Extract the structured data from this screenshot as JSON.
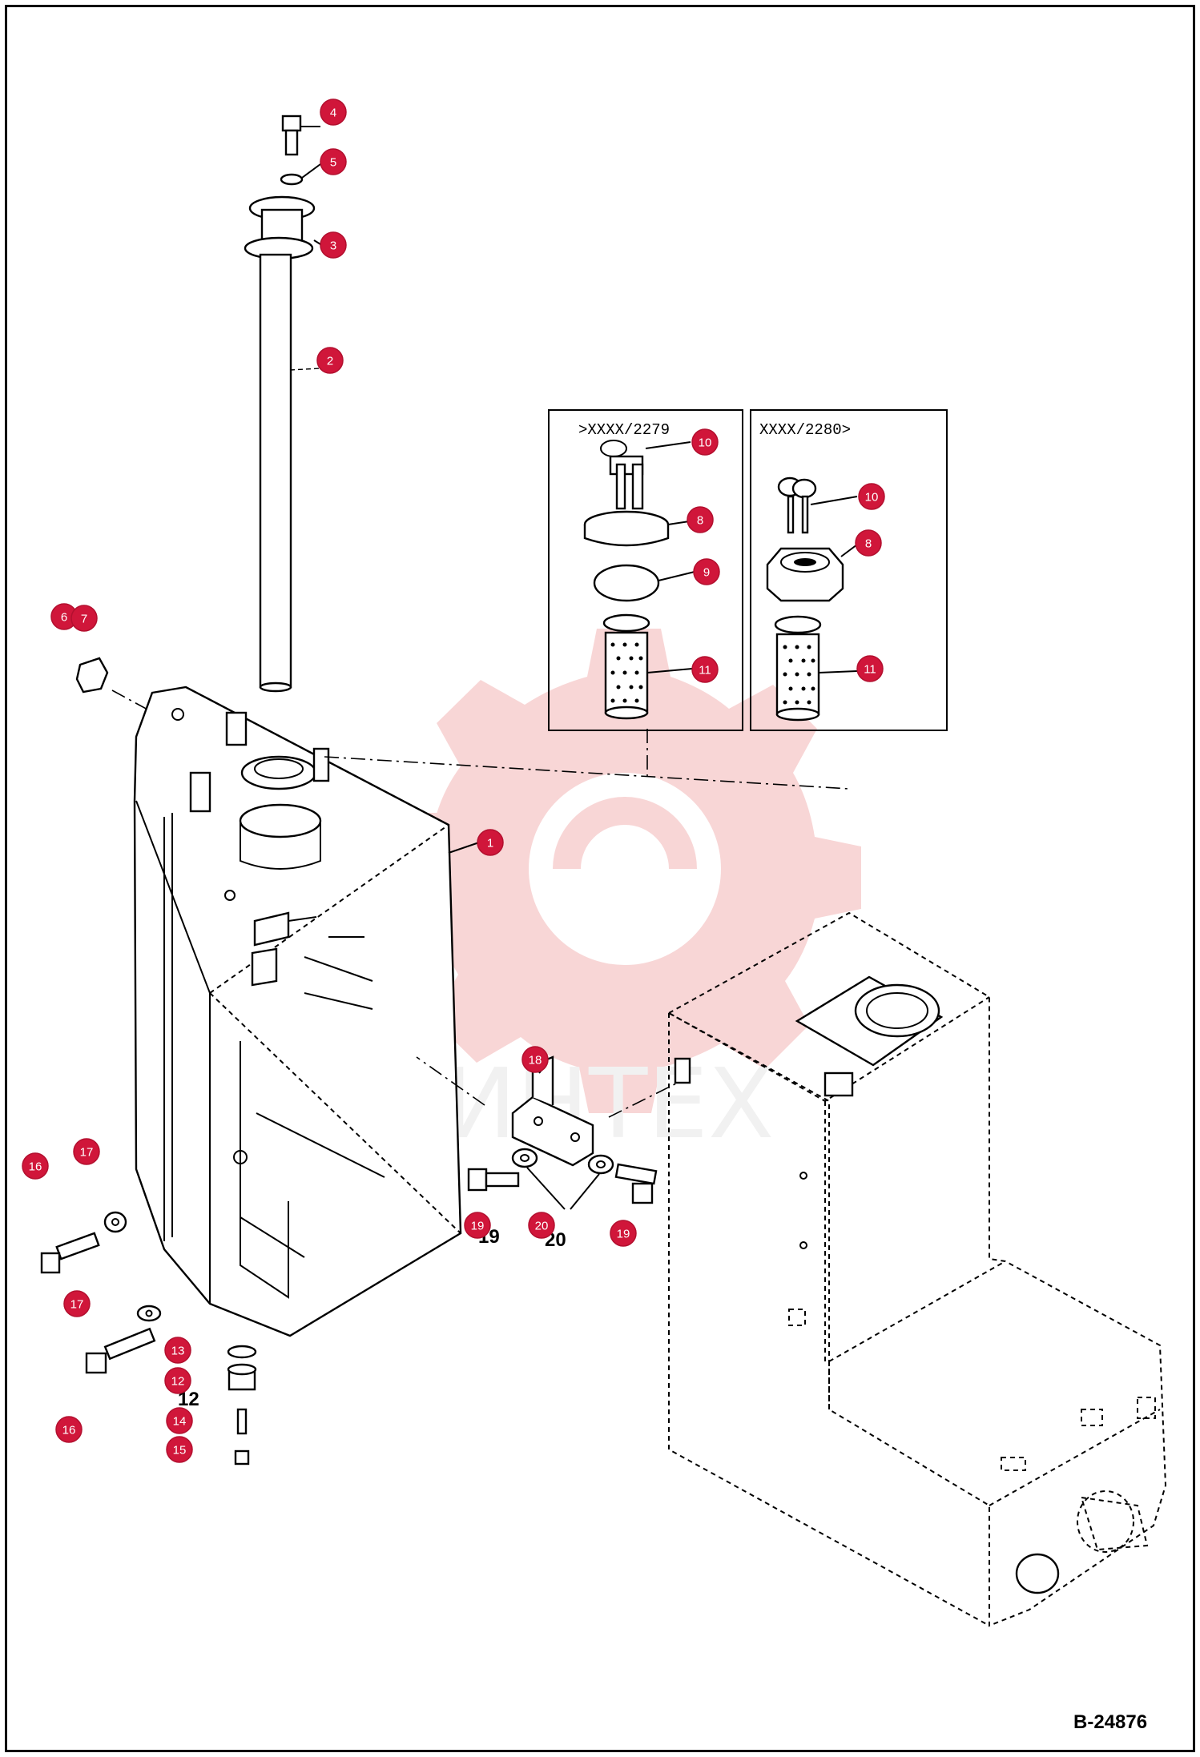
{
  "figure": {
    "number": "B-24876"
  },
  "watermark": {
    "text": "ИНТЕХ",
    "color": "#f3b6b6"
  },
  "insets": [
    {
      "label": ">XXXX/2279"
    },
    {
      "label": "XXXX/2280>"
    }
  ],
  "callouts": [
    {
      "label": "1"
    },
    {
      "label": "2"
    },
    {
      "label": "3"
    },
    {
      "label": "4"
    },
    {
      "label": "5"
    },
    {
      "label": "6"
    },
    {
      "label": "7"
    },
    {
      "label": "8"
    },
    {
      "label": "9"
    },
    {
      "label": "10"
    },
    {
      "label": "11"
    },
    {
      "label": "12"
    },
    {
      "label": "13"
    },
    {
      "label": "14"
    },
    {
      "label": "15"
    },
    {
      "label": "16"
    },
    {
      "label": "17"
    },
    {
      "label": "18"
    },
    {
      "label": "19"
    },
    {
      "label": "20"
    },
    {
      "label": "10"
    },
    {
      "label": "8"
    },
    {
      "label": "11"
    },
    {
      "label": "16"
    },
    {
      "label": "17"
    },
    {
      "label": "19"
    }
  ],
  "part_numbers": [
    {
      "label": "19"
    },
    {
      "label": "20"
    },
    {
      "label": "12"
    }
  ],
  "colors": {
    "callout": "#d0163a",
    "line": "#000000"
  }
}
